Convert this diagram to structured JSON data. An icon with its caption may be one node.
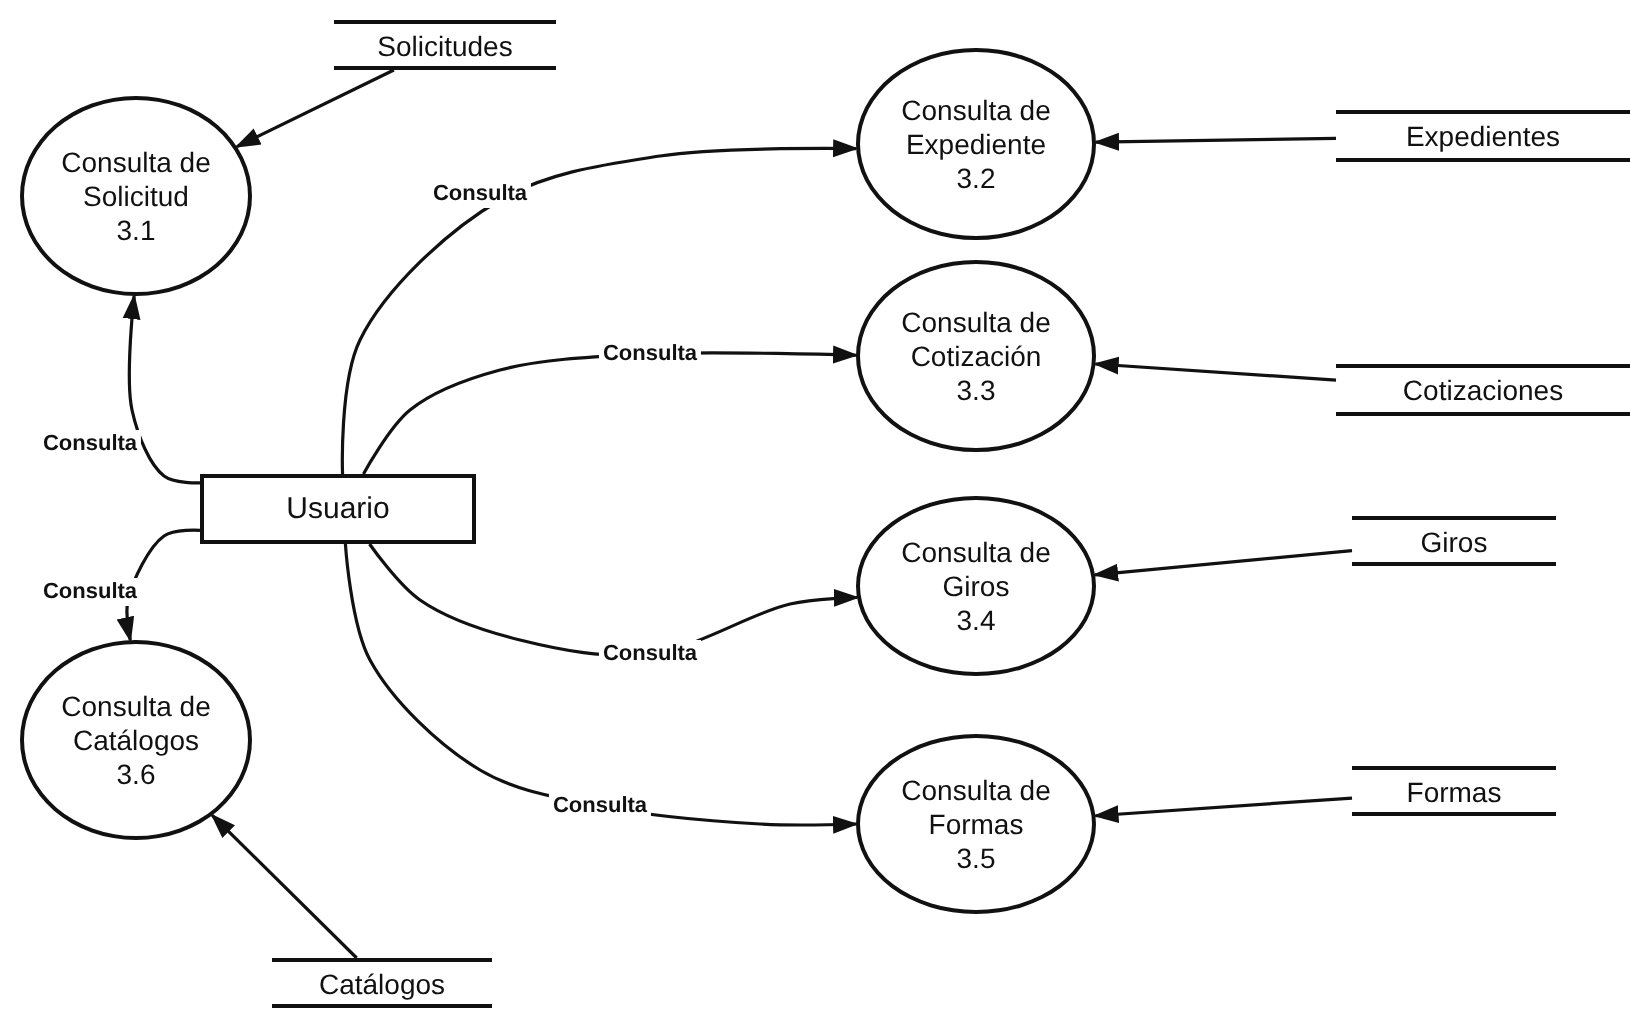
{
  "diagram": {
    "nodes": [
      {
        "text": [
          "Solicitudes"
        ]
      },
      {
        "text": [
          "Consulta de Solicitud",
          "3.1"
        ]
      },
      {
        "text": [
          "Usuario"
        ]
      },
      {
        "text": [
          "Consulta de Expediente",
          "3.2"
        ]
      },
      {
        "text": [
          "Expedientes"
        ]
      },
      {
        "text": [
          "Consulta de Cotización",
          "3.3"
        ]
      },
      {
        "text": [
          "Cotizaciones"
        ]
      },
      {
        "text": [
          "Consulta de Giros",
          "3.4"
        ]
      },
      {
        "text": [
          "Giros"
        ]
      },
      {
        "text": [
          "Consulta de Formas",
          "3.5"
        ]
      },
      {
        "text": [
          "Formas"
        ]
      },
      {
        "text": [
          "Consulta de Catálogos",
          "3.6"
        ]
      },
      {
        "text": [
          "Catálogos"
        ]
      }
    ],
    "edges": [
      {
        "from": 0,
        "to": 1,
        "arrow": "to"
      },
      {
        "from": 2,
        "to": 1,
        "arrow": "to",
        "label": "Consulta"
      },
      {
        "from": 2,
        "to": 11,
        "arrow": "to",
        "label": "Consulta"
      },
      {
        "from": 2,
        "to": 3,
        "arrow": "to",
        "label": "Consulta"
      },
      {
        "from": 2,
        "to": 5,
        "arrow": "to",
        "label": "Consulta"
      },
      {
        "from": 2,
        "to": 7,
        "arrow": "to",
        "label": "Consulta"
      },
      {
        "from": 2,
        "to": 9,
        "arrow": "to",
        "label": "Consulta"
      },
      {
        "from": 4,
        "to": 3,
        "arrow": "to"
      },
      {
        "from": 6,
        "to": 5,
        "arrow": "to"
      },
      {
        "from": 8,
        "to": 7,
        "arrow": "to"
      },
      {
        "from": 10,
        "to": 9,
        "arrow": "to"
      },
      {
        "from": 12,
        "to": 11,
        "arrow": "to"
      }
    ]
  }
}
